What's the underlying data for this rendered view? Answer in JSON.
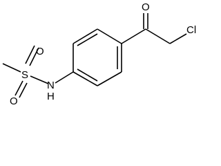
{
  "molecule": {
    "atoms": {
      "o_sulfonyl_top": "O",
      "o_sulfonyl_bottom": "O",
      "sulfur": "S",
      "nitrogen": "N",
      "hydrogen": "H",
      "o_carbonyl": "O",
      "chlorine": "Cl"
    }
  }
}
